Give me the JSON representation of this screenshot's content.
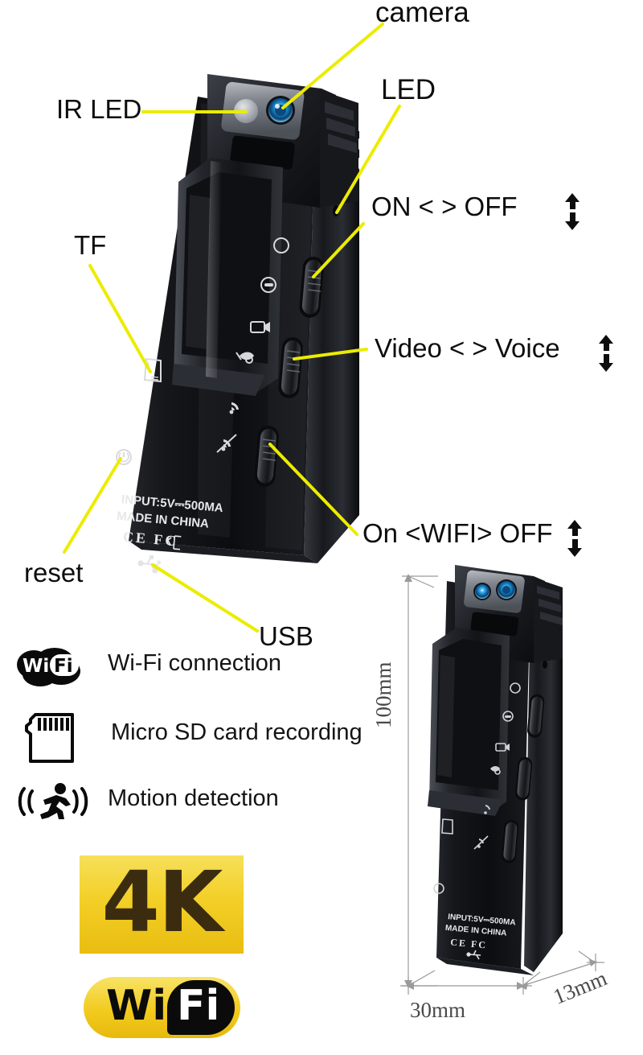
{
  "product": {
    "type": "mini body camera infographic",
    "body_print": {
      "line1": "INPUT:5V⎓500MA",
      "line2": "MADE IN CHINA",
      "marks": "CE FC"
    }
  },
  "callouts": [
    {
      "id": "camera",
      "label": "camera"
    },
    {
      "id": "led",
      "label": "LED"
    },
    {
      "id": "ir-led",
      "label": "IR LED"
    },
    {
      "id": "tf",
      "label": "TF"
    },
    {
      "id": "reset",
      "label": "reset"
    },
    {
      "id": "usb",
      "label": "USB"
    },
    {
      "id": "on-off",
      "label": "ON < > OFF",
      "has_arrow": true
    },
    {
      "id": "video-voice",
      "label": "Video < > Voice",
      "has_arrow": true
    },
    {
      "id": "wifi-on-off",
      "label": "On <WIFI> OFF",
      "has_arrow": true
    }
  ],
  "legend": [
    {
      "icon": "wifi-logo-icon",
      "label": "Wi-Fi connection"
    },
    {
      "icon": "micro-sd-card-icon",
      "label": "Micro SD card recording"
    },
    {
      "icon": "motion-detection-icon",
      "label": "Motion detection"
    }
  ],
  "badges": {
    "resolution": "4K",
    "wifi_wi": "Wi",
    "wifi_fi": "Fi"
  },
  "dimensions": {
    "height": "100mm",
    "width": "30mm",
    "depth": "13mm"
  },
  "colors": {
    "leader_line": "#ecec00",
    "badge_yellow": "#f2cb1f",
    "badge_4k_text": "#3b2c10",
    "text": "#0d0d0d",
    "lens_blue": "#2fa8e0",
    "dimension_gray": "#4a4a4a"
  }
}
